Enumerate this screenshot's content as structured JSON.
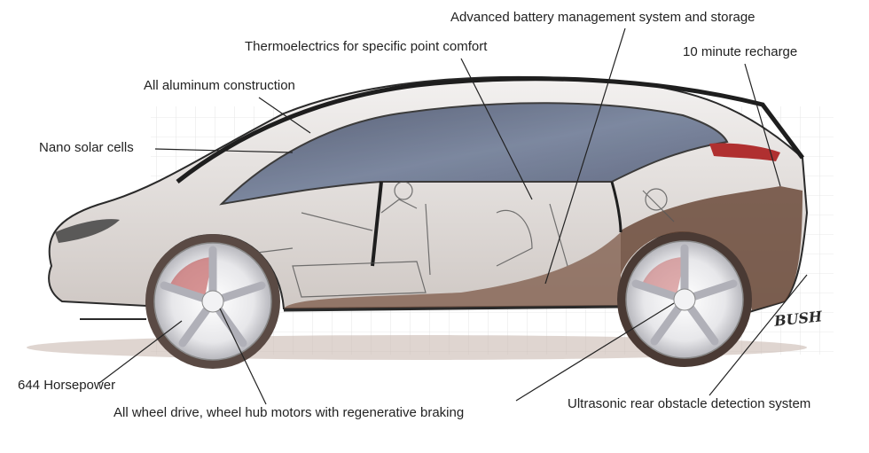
{
  "callouts": {
    "battery": "Advanced battery management system and storage",
    "thermoelectrics": "Thermoelectrics for specific point comfort",
    "recharge": "10 minute recharge",
    "aluminum": "All aluminum construction",
    "solar": "Nano solar cells",
    "horsepower": "644 Horsepower",
    "awd": "All wheel drive, wheel hub motors with regenerative braking",
    "ultrasonic": "Ultrasonic rear obstacle detection system"
  },
  "signature": "BUSH",
  "colors": {
    "ink": "#2a2a2a",
    "shadow": "#6b4a3a",
    "glass": "#5b6a8a",
    "taillight": "#b03030",
    "brake": "#c05050"
  }
}
